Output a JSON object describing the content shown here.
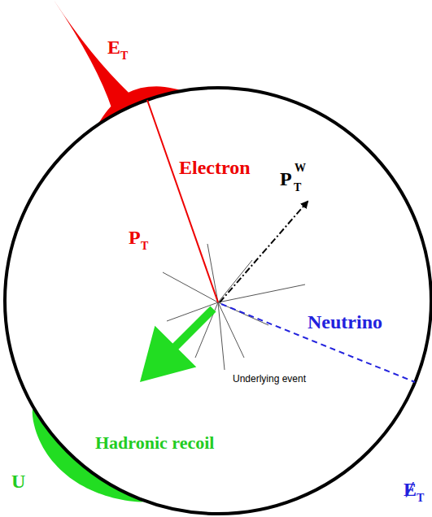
{
  "diagram": {
    "labels": [
      "E",
      "T",
      "Electron",
      "P",
      "T",
      "P",
      "T",
      "W",
      "Neutrino",
      "Underlying event",
      "Hadronic recoil",
      "Ɇ",
      "T",
      "U"
    ]
  }
}
